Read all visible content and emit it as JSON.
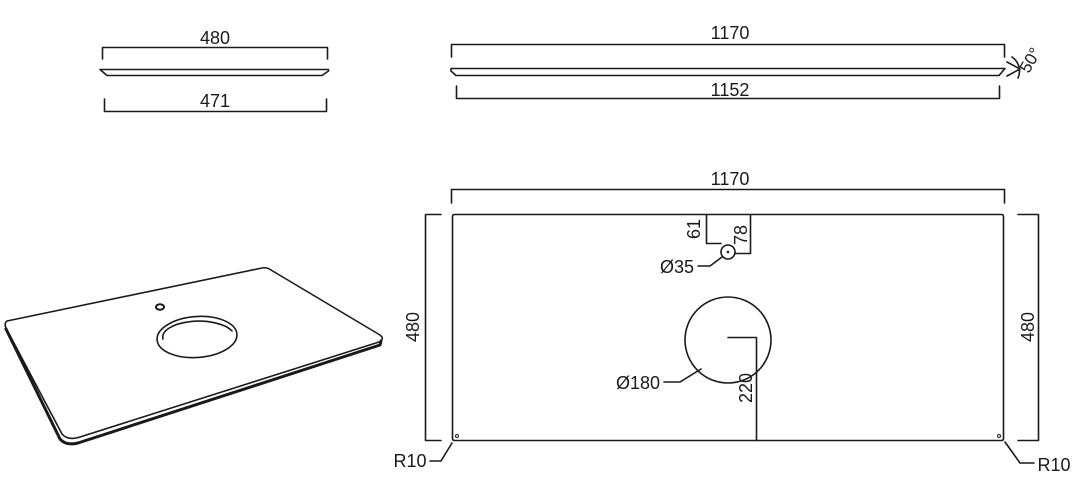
{
  "side_view_small": {
    "top_dim": "480",
    "bottom_dim": "471"
  },
  "side_view_large": {
    "top_dim": "1170",
    "bottom_dim": "1152",
    "angle": "50°"
  },
  "top_view": {
    "width_dim": "1170",
    "left_height_dim": "480",
    "right_height_dim": "480",
    "tap_hole_offset_a": "61",
    "tap_hole_offset_b": "78",
    "tap_hole_diameter": "Ø35",
    "basin_diameter": "Ø180",
    "basin_offset": "220",
    "corner_radius_left": "R10",
    "corner_radius_right": "R10"
  },
  "colors": {
    "line": "#1a1a1a",
    "background": "#ffffff"
  }
}
